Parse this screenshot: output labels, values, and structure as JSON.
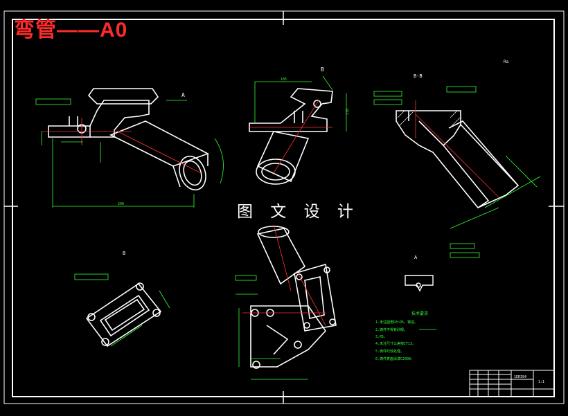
{
  "header": {
    "title": "弯管——A0"
  },
  "watermark": {
    "text": "图 文 设 计"
  },
  "views": {
    "view_a_label": "A",
    "view_b_label": "B",
    "section_label": "B-B",
    "view_a_detail": "A",
    "view_b_detail": "B",
    "roughness_note": "Ra"
  },
  "dimensions": {
    "overall_length": "296",
    "width_top": "105",
    "height_right": "118"
  },
  "notes": {
    "heading": "技术要求",
    "lines": [
      "1.未注圆角R3~R5，铸造。",
      "2.铸件不得有砂眼。",
      "3.R5。",
      "4.未注尺寸公差按IT13。",
      "5.铸件时效处理。",
      "6.铸件表面涂漆C2000。"
    ]
  },
  "title_block": {
    "part_code": "1ER394",
    "scale": "1:1"
  },
  "colors": {
    "background": "#000000",
    "outline": "#ffffff",
    "dimension": "#33ff33",
    "centerline": "#ff3030",
    "title": "#ff2a2a"
  }
}
